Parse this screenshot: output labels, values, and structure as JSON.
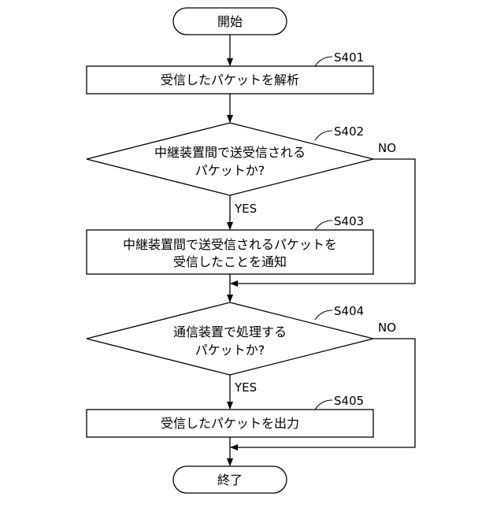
{
  "flowchart": {
    "start": {
      "label": "開始"
    },
    "end": {
      "label": "終了"
    },
    "steps": [
      {
        "id": "S401",
        "kind": "process",
        "lines": [
          "受信したパケットを解析"
        ]
      },
      {
        "id": "S402",
        "kind": "decision",
        "lines": [
          "中継装置間で送受信される",
          "パケットか?"
        ],
        "no_label": "NO",
        "yes_label": "YES"
      },
      {
        "id": "S403",
        "kind": "process",
        "lines": [
          "中継装置間で送受信されるパケットを",
          "受信したことを通知"
        ]
      },
      {
        "id": "S404",
        "kind": "decision",
        "lines": [
          "通信装置で処理する",
          "パケットか?"
        ],
        "no_label": "NO",
        "yes_label": "YES"
      },
      {
        "id": "S405",
        "kind": "process",
        "lines": [
          "受信したパケットを出力"
        ]
      }
    ]
  }
}
